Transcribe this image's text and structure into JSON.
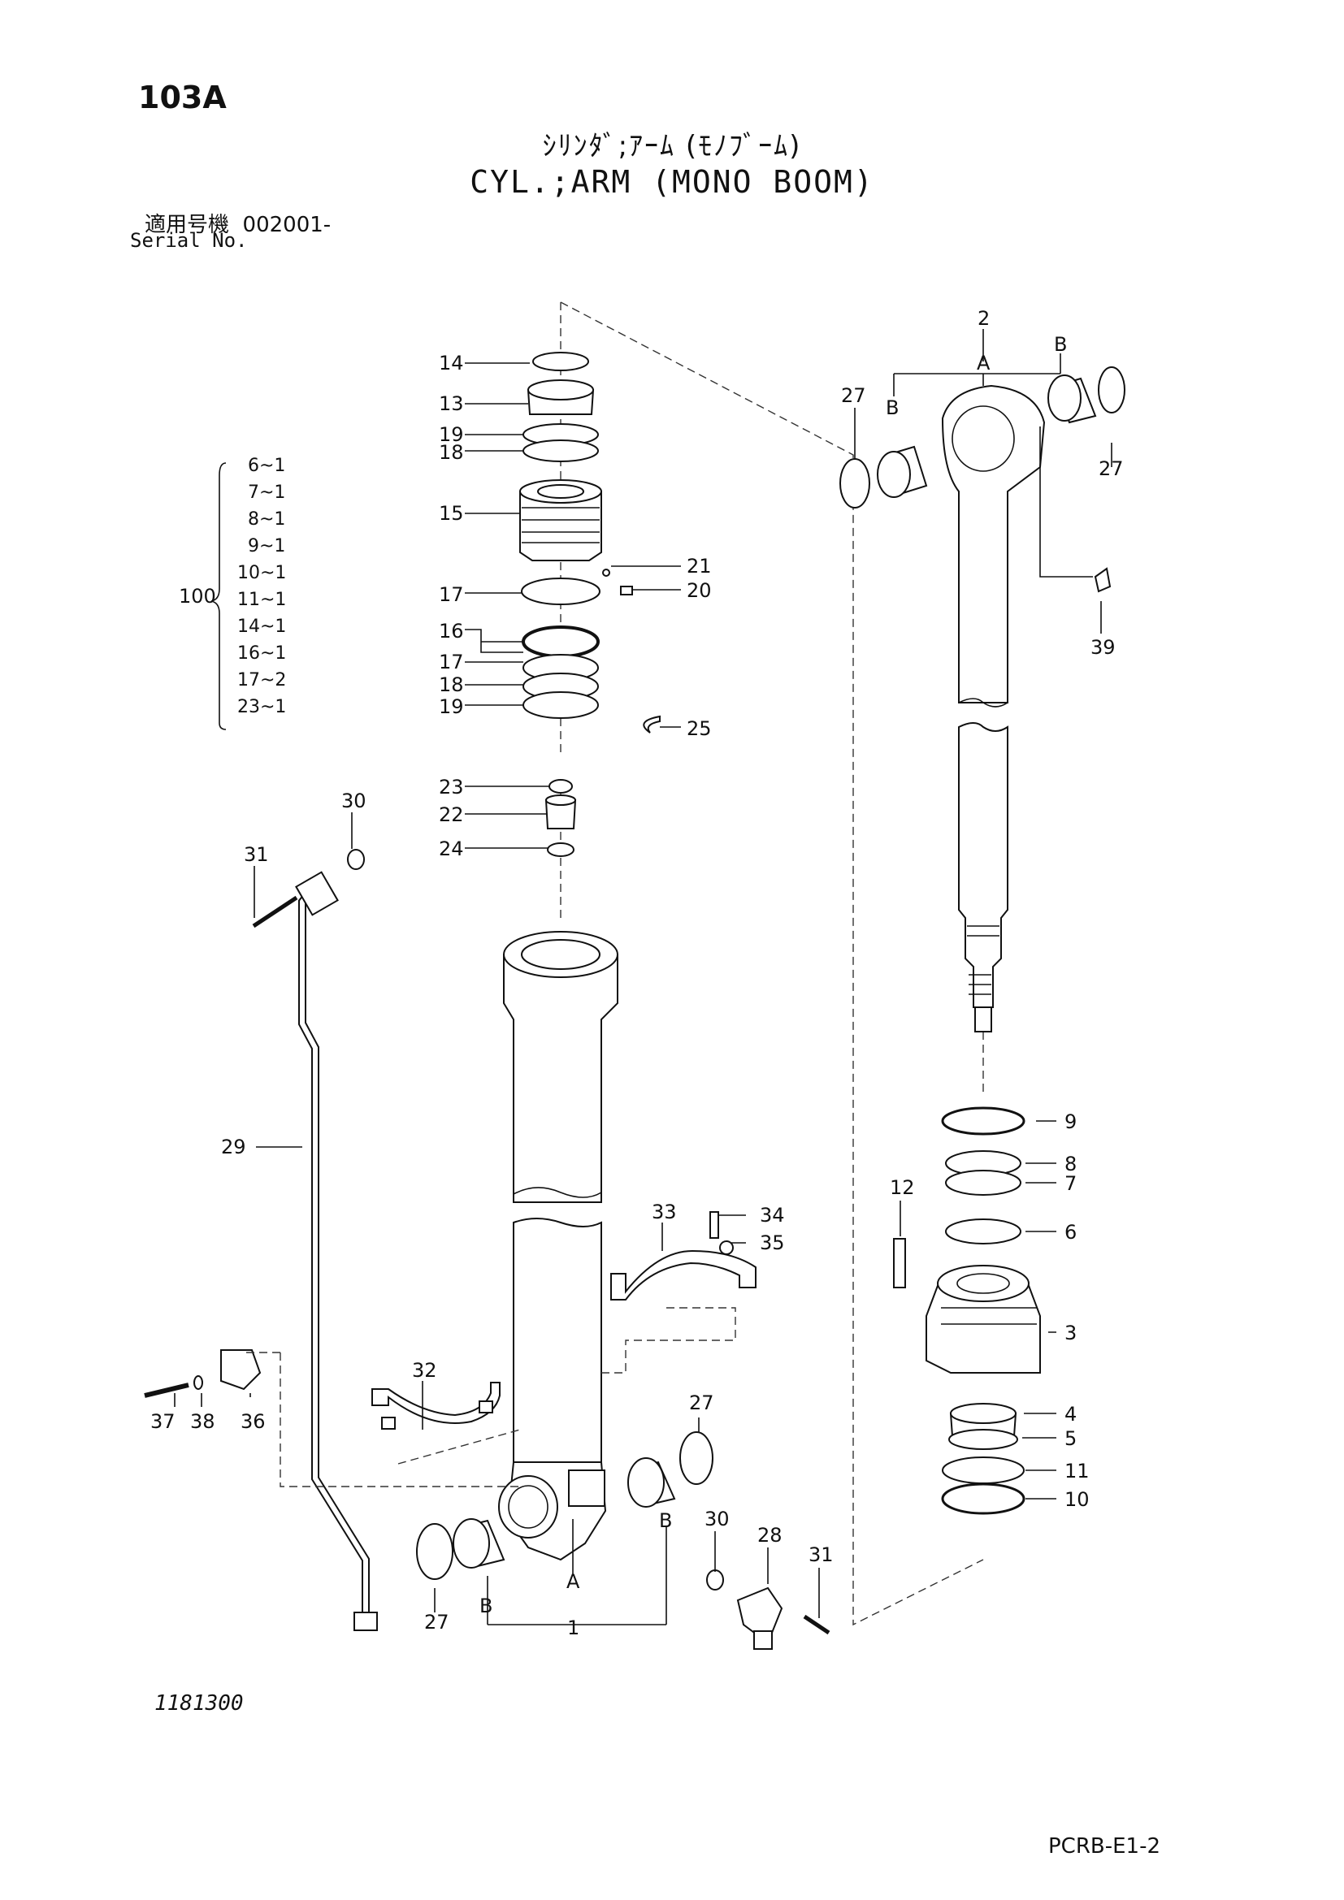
{
  "header": {
    "page_no": "103A",
    "title_jp": "ｼﾘﾝﾀﾞ;ｱｰﾑ (ﾓﾉﾌﾞｰﾑ)",
    "title_en": "CYL.;ARM (MONO BOOM)",
    "serial_label_jp": "適用号機",
    "serial_value": "002001-",
    "serial_label_en": "Serial No."
  },
  "kit": {
    "label": "100",
    "items": [
      "6~1",
      "7~1",
      "8~1",
      "9~1",
      "10~1",
      "11~1",
      "14~1",
      "16~1",
      "17~2",
      "23~1"
    ]
  },
  "callouts": {
    "c14": "14",
    "c13": "13",
    "c19a": "19",
    "c18a": "18",
    "c15": "15",
    "c21": "21",
    "c20": "20",
    "c17a": "17",
    "c16": "16",
    "c17b": "17",
    "c18b": "18",
    "c19b": "19",
    "c25": "25",
    "c23": "23",
    "c22": "22",
    "c24": "24",
    "c30a": "30",
    "c31a": "31",
    "c29": "29",
    "c33": "33",
    "c34": "34",
    "c35": "35",
    "c32": "32",
    "c37": "37",
    "c38": "38",
    "c36": "36",
    "c27a": "27",
    "c27b": "27",
    "c30b": "30",
    "c28": "28",
    "c31b": "31",
    "c1": "1",
    "cAa": "A",
    "cBa": "B",
    "cBb": "B",
    "c2": "2",
    "cA2": "A",
    "cB2a": "B",
    "cB2b": "B",
    "c27c": "27",
    "c27d": "27",
    "c39": "39",
    "c9": "9",
    "c8": "8",
    "c7": "7",
    "c12": "12",
    "c6": "6",
    "c3": "3",
    "c4": "4",
    "c5": "5",
    "c11": "11",
    "c10": "10"
  },
  "footer": {
    "drawing_no": "1181300",
    "doc_code": "PCRB-E1-2"
  }
}
